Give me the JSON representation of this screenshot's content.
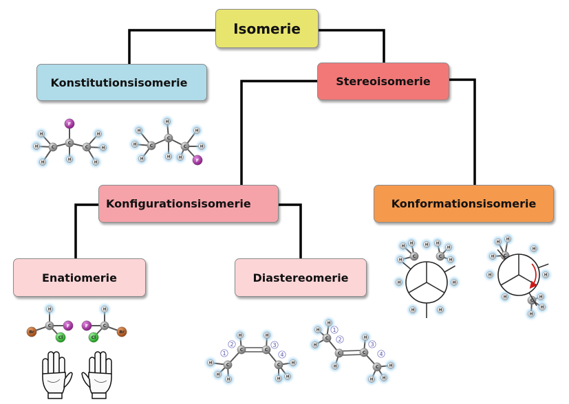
{
  "nodes": {
    "isomerie": "Isomerie",
    "konstitution": "Konstitutionsisomerie",
    "stereo": "Stereoisomerie",
    "konfiguration": "Konfigurationsisomerie",
    "konformation": "Konformationsisomerie",
    "enantiomerie": "Enatiomerie",
    "diastereomerie": "Diastereomerie"
  },
  "atoms": {
    "hydrogen": "H",
    "carbon": "C",
    "fluorine": "F",
    "chlorine": "Cl",
    "bromine": "Br"
  },
  "carbon_numbers": [
    "1",
    "2",
    "3",
    "4"
  ],
  "colors": {
    "isomerie": "#e8e56f",
    "konstitution": "#b0dbe8",
    "stereo": "#f27878",
    "konfiguration": "#f5a3a9",
    "konformation": "#f5994d",
    "leaf": "#fcd5d7",
    "connector": "#000000",
    "hydrogen": "#dcdcdc",
    "carbon": "#8c8c8c",
    "fluorine": "#a0279c",
    "chlorine": "#2bc42b",
    "bromine": "#b55a1f",
    "rotation_arrow": "#d01818"
  },
  "icons": [
    "hand-left-icon",
    "hand-right-icon",
    "newman-projection-icon",
    "rotation-arrow-icon"
  ]
}
